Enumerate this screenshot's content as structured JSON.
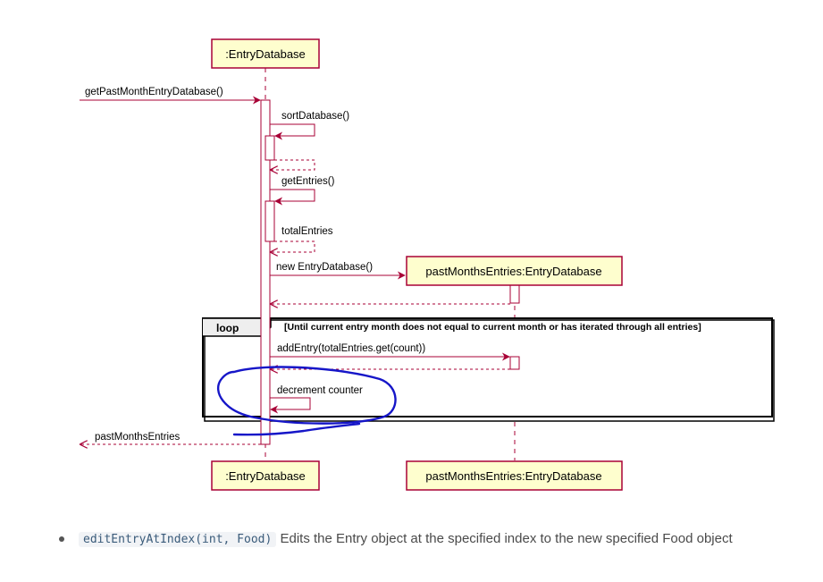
{
  "diagram": {
    "participants": [
      {
        "id": "entry_db",
        "label": ":EntryDatabase"
      },
      {
        "id": "past_months",
        "label": "pastMonthsEntries:EntryDatabase"
      }
    ],
    "messages": {
      "call": "getPastMonthEntryDatabase()",
      "sort": "sortDatabase()",
      "get_entries": "getEntries()",
      "total_entries": "totalEntries",
      "new_db": "new EntryDatabase()",
      "add_entry": "addEntry(totalEntries.get(count))",
      "decrement": "decrement counter",
      "return_value": "pastMonthsEntries"
    },
    "loop": {
      "keyword": "loop",
      "guard": "[Until current entry month does not equal to current month or has iterated through all entries]"
    },
    "colors": {
      "participant_fill": "#FEFECE",
      "participant_border": "#A80036",
      "arrow": "#A80036",
      "annotation": "#1616c8"
    }
  },
  "doc": {
    "method_code": "editEntryAtIndex(int, Food)",
    "description": "Edits the Entry object at the specified index to the new specified Food object"
  }
}
